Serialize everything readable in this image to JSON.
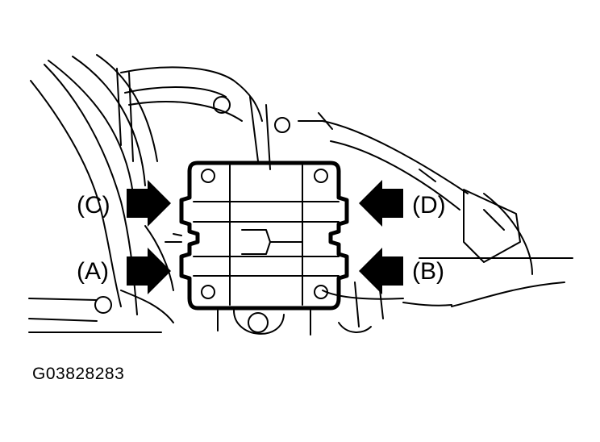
{
  "labels": {
    "c": "(C)",
    "d": "(D)",
    "a": "(A)",
    "b": "(B)"
  },
  "figure_id": "G03828283"
}
